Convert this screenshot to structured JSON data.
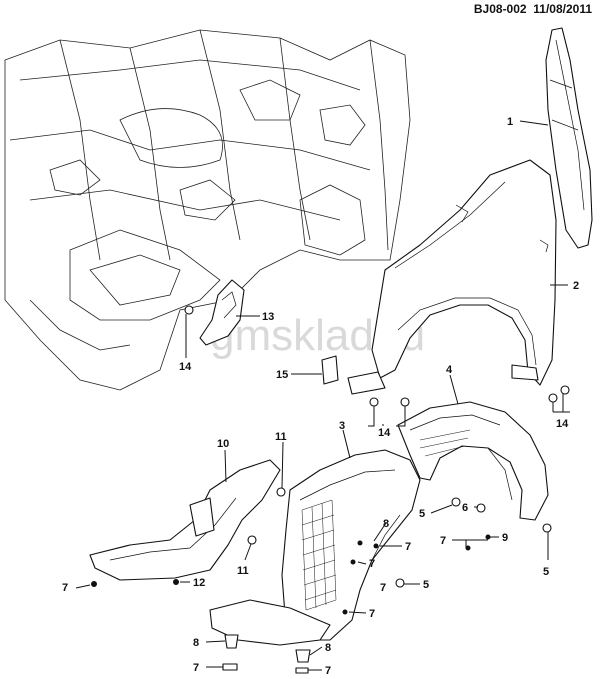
{
  "header": {
    "code": "BJ08-002",
    "date": "11/08/2011"
  },
  "watermark": "gmsklad.ru",
  "callouts": {
    "c1": "1",
    "c2": "2",
    "c3": "3",
    "c4": "4",
    "c5a": "5",
    "c5b": "5",
    "c5c": "5",
    "c6": "6",
    "c7a": "7",
    "c7b": "7",
    "c7c": "7",
    "c7d": "7",
    "c7e": "7",
    "c7f": "7",
    "c7g": "7",
    "c7h": "7",
    "c8a": "8",
    "c8b": "8",
    "c8c": "8",
    "c9": "9",
    "c10": "10",
    "c11a": "11",
    "c11b": "11",
    "c12": "12",
    "c13": "13",
    "c14a": "14",
    "c14b": "14",
    "c14c": "14",
    "c15": "15"
  }
}
